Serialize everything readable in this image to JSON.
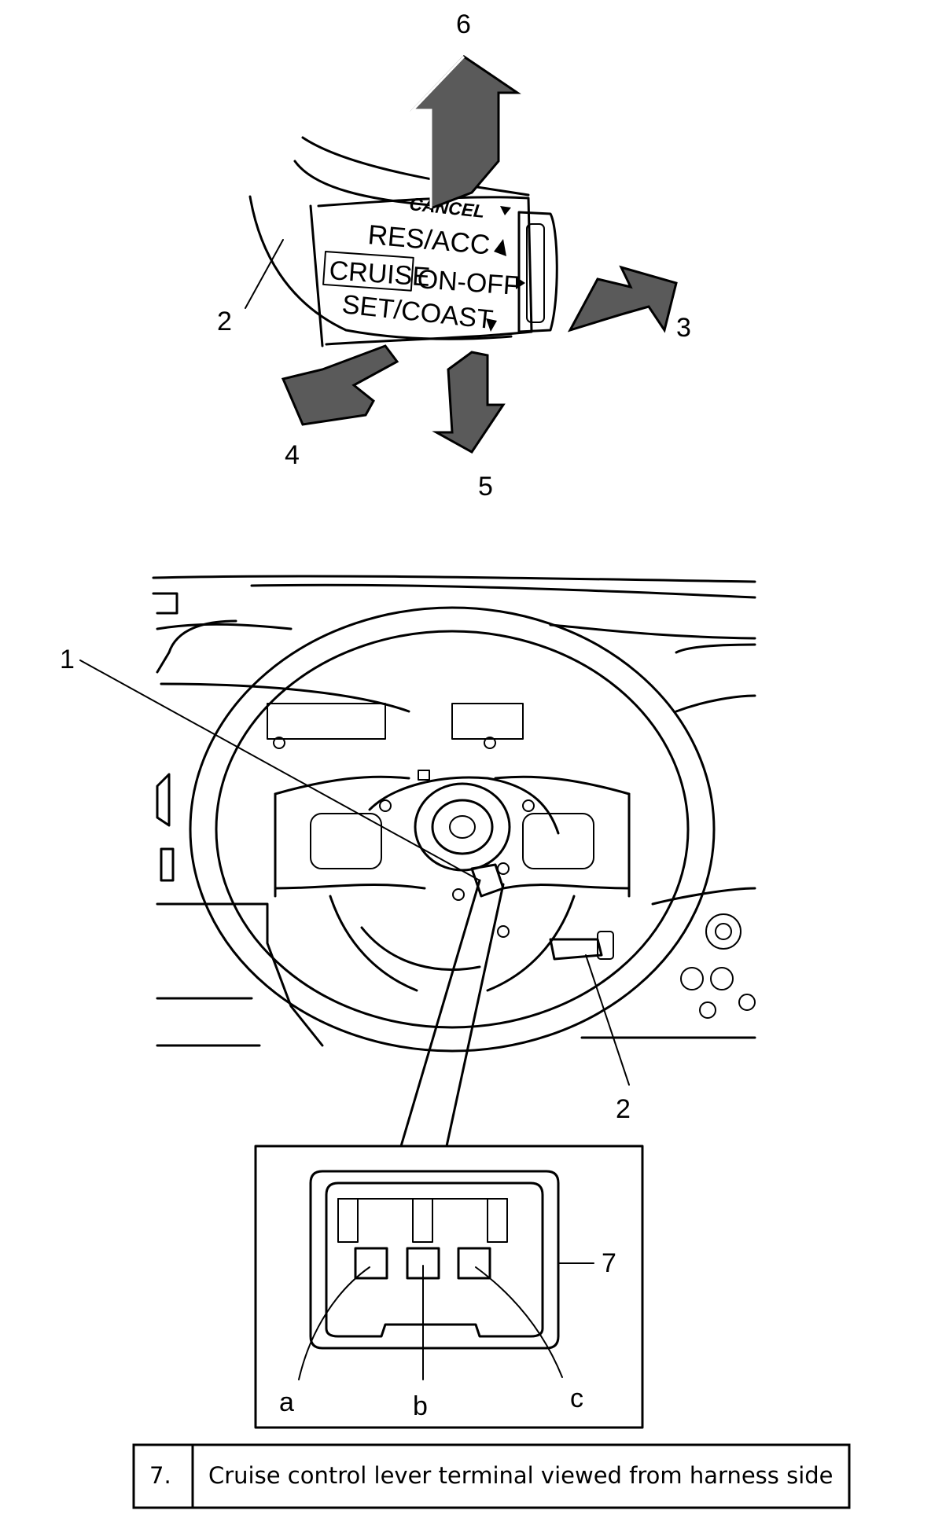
{
  "lever": {
    "cancel_label": "CANCEL",
    "res_acc_label": "RES/ACC",
    "cruise_label": "CRUISE",
    "on_off_label": "ON-OFF",
    "set_coast_label": "SET/COAST"
  },
  "callouts": {
    "top": {
      "c2": "2",
      "c3": "3",
      "c4": "4",
      "c5": "5",
      "c6": "6"
    },
    "wheel": {
      "c1": "1",
      "c2": "2"
    },
    "connector": {
      "c7": "7",
      "a": "a",
      "b": "b",
      "c": "c"
    }
  },
  "caption": {
    "number": "7.",
    "text": "Cruise control lever terminal viewed from harness side"
  },
  "icons": [
    "arrow-up-icon",
    "arrow-left-icon",
    "arrow-down-left-icon",
    "arrow-down-icon"
  ]
}
